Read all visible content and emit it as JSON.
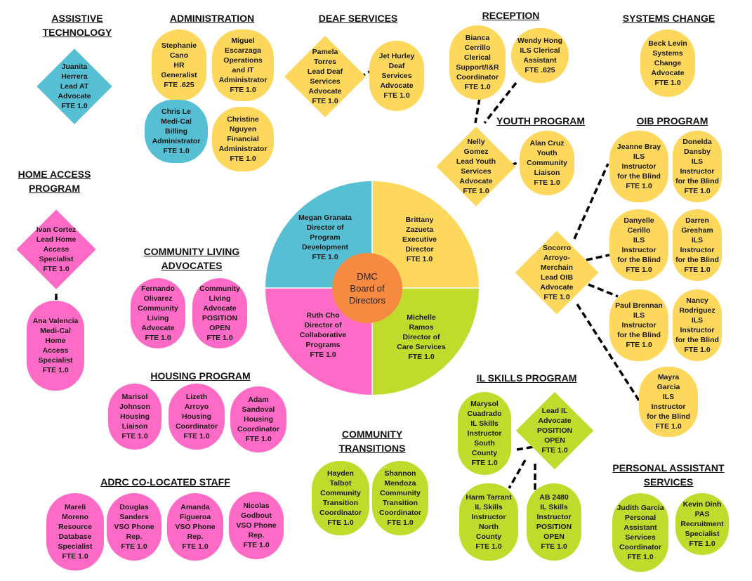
{
  "colors": {
    "yellow": "#fdd85d",
    "blue": "#56bfd4",
    "pink": "#fd6bc6",
    "green": "#bfdc2c",
    "orange": "#f78a41"
  },
  "headers": {
    "assistive_technology": "ASSISTIVE\nTECHNOLOGY",
    "administration": "ADMINISTRATION",
    "deaf_services": "DEAF SERVICES",
    "reception": "RECEPTION",
    "systems_change": "SYSTEMS CHANGE",
    "youth_program": "YOUTH PROGRAM",
    "oib_program": "OIB PROGRAM",
    "home_access_program": "HOME ACCESS\nPROGRAM",
    "community_living_advocates": "COMMUNITY LIVING\nADVOCATES",
    "housing_program": "HOUSING PROGRAM",
    "adrc_co_located_staff": "ADRC CO-LOCATED STAFF",
    "community_transitions": "COMMUNITY\nTRANSITIONS",
    "il_skills_program": "IL SKILLS PROGRAM",
    "personal_assistant_services": "PERSONAL ASSISTANT\nSERVICES"
  },
  "wheel": {
    "center": "DMC\nBoard of\nDirectors",
    "top_left": "Megan Granata\nDirector of\nProgram\nDevelopment\nFTE 1.0",
    "top_right": "Brittany\nZazueta\nExecutive\nDirector\nFTE 1.0",
    "bottom_left": "Ruth Cho\nDirector of\nCollaborative\nPrograms\nFTE 1.0",
    "bottom_right": "Michelle\nRamos\nDirector of\nCare Services\nFTE 1.0"
  },
  "staff": {
    "juanita": "Juanita\nHerrera\nLead AT\nAdvocate\nFTE 1.0",
    "stephanie": "Stephanie\nCano\nHR\nGeneralist\nFTE .625",
    "miguel": "Miguel\nEscarzaga\nOperations\nand IT\nAdministrator\nFTE 1.0",
    "chris": "Chris Le\nMedi-Cal\nBilling\nAdministrator\nFTE 1.0",
    "christine": "Christine\nNguyen\nFinancial\nAdministrator\nFTE 1.0",
    "pamela": "Pamela\nTorres\nLead Deaf\nServices\nAdvocate\nFTE 1.0",
    "jet": "Jet Hurley\nDeaf\nServices\nAdvocate\nFTE 1.0",
    "bianca": "Bianca\nCerrillo\nClerical\nSupport/I&R\nCoordinator\nFTE 1.0",
    "wendy": "Wendy Hong\nILS Clerical\nAssistant\nFTE .625",
    "beck": "Beck Levin\nSystems\nChange\nAdvocate\nFTE 1.0",
    "nelly": "Nelly\nGomez\nLead Youth\nServices\nAdvocate\nFTE 1.0",
    "alan": "Alan Cruz\nYouth\nCommunity\nLiaison\nFTE 1.0",
    "jeanne": "Jeanne Bray\nILS\nInstructor\nfor the Blind\nFTE 1.0",
    "donelda": "Donelda\nDansby\nILS\nInstructor\nfor the Blind\nFTE 1.0",
    "danyelle": "Danyelle\nCerillo\nILS\nInstructor\nfor the Blind\nFTE 1.0",
    "darren": "Darren\nGresham\nILS\nInstructor\nfor the Blind\nFTE 1.0",
    "socorro": "Socorro\nArroyo-\nMerchain\nLead OIB\nAdvocate\nFTE 1.0",
    "paul": "Paul Brennan\nILS\nInstructor\nfor the Blind\nFTE 1.0",
    "nancy": "Nancy\nRodriguez\nILS\nInstructor\nfor the Blind\nFTE 1.0",
    "mayra": "Mayra\nGarcia\nILS\nInstructor\nfor the Blind\nFTE 1.0",
    "ivan": "Ivan Cortez\nLead Home\nAccess\nSpecialist\nFTE 1.0",
    "ana": "Ana Valencia\nMedi-Cal\nHome\nAccess\nSpecialist\nFTE 1.0",
    "fernando": "Fernando\nOlivarez\nCommunity\nLiving\nAdvocate\nFTE 1.0",
    "cla_open": "Community\nLiving\nAdvocate\nPOSITION\nOPEN\nFTE 1.0",
    "marisol_j": "Marisol\nJohnson\nHousing\nLiaison\nFTE 1.0",
    "lizeth": "Lizeth\nArroyo\nHousing\nCoordinator\nFTE 1.0",
    "adam": "Adam\nSandoval\nHousing\nCoordinator\nFTE 1.0",
    "mareli": "Mareli\nMoreno\nResource\nDatabase\nSpecialist\nFTE 1.0",
    "douglas": "Douglas\nSanders\nVSO Phone\nRep.\nFTE 1.0",
    "amanda": "Amanda\nFigueroa\nVSO Phone\nRep.\nFTE 1.0",
    "nicolas": "Nicolas\nGodbout\nVSO Phone\nRep.\nFTE 1.0",
    "hayden": "Hayden\nTalbot\nCommunity\nTransition\nCoordinator\nFTE 1.0",
    "shannon": "Shannon\nMendoza\nCommunity\nTransition\nCoordinator\nFTE 1.0",
    "marysol": "Marysol\nCuadrado\nIL Skills\nInstructor\nSouth\nCounty\nFTE 1.0",
    "lead_il": "Lead IL\nAdvocate\nPOSITION\nOPEN\nFTE 1.0",
    "harm": "Harm Tarrant\nIL Skills\nInstructor\nNorth\nCounty\nFTE 1.0",
    "ab2480": "AB 2480\nIL Skills\nInstructor\nPOSITION\nOPEN\nFTE 1.0",
    "judith": "Judith Garcia\nPersonal\nAssistant\nServices\nCoordinator\nFTE 1.0",
    "kevin": "Kevin Dinh\nPAS\nRecruitment\nSpecialist\nFTE 1.0"
  }
}
